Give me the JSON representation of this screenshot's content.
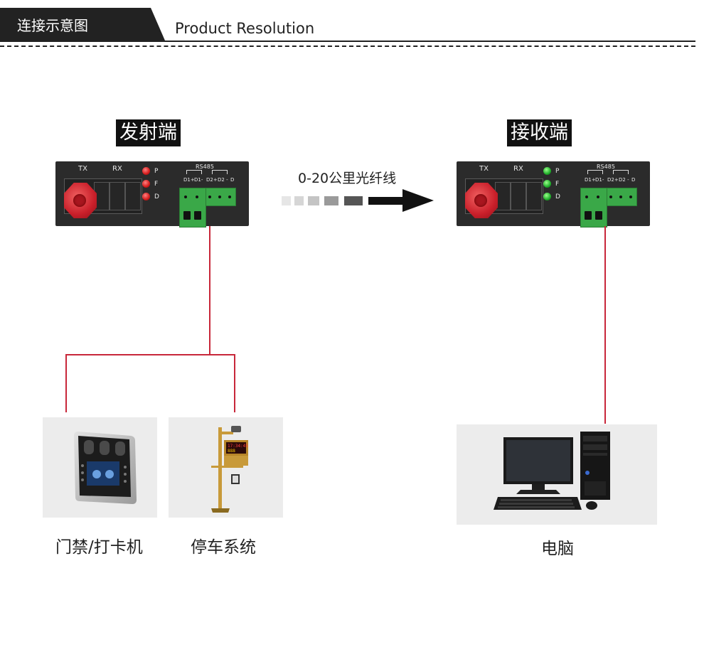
{
  "header": {
    "section_title": "连接示意图",
    "subtitle": "Product Resolution"
  },
  "transmitter": {
    "label": "发射端",
    "port_labels": {
      "tx": "TX",
      "rx": "RX"
    },
    "leds": [
      "P",
      "F",
      "D"
    ],
    "led_color": "#d41b1b",
    "rs485_label": "RS485",
    "terminals": [
      "D1+",
      "D1-",
      "D2+",
      "D2 -",
      "D"
    ]
  },
  "receiver": {
    "label": "接收端",
    "port_labels": {
      "tx": "TX",
      "rx": "RX"
    },
    "leds": [
      "P",
      "F",
      "D"
    ],
    "led_color": "#1fae2a",
    "rs485_label": "RS485",
    "terminals": [
      "D1+",
      "D1-",
      "D2+",
      "D2 -",
      "D"
    ]
  },
  "link": {
    "label": "0-20公里光纤线"
  },
  "wire_color": "#c8273a",
  "endpoints": {
    "access_control": {
      "label": "门禁/打卡机",
      "icon": "access-terminal-icon"
    },
    "parking": {
      "label": "停车系统",
      "icon": "parking-barrier-icon"
    },
    "computer": {
      "label": "电脑",
      "icon": "desktop-computer-icon"
    }
  }
}
